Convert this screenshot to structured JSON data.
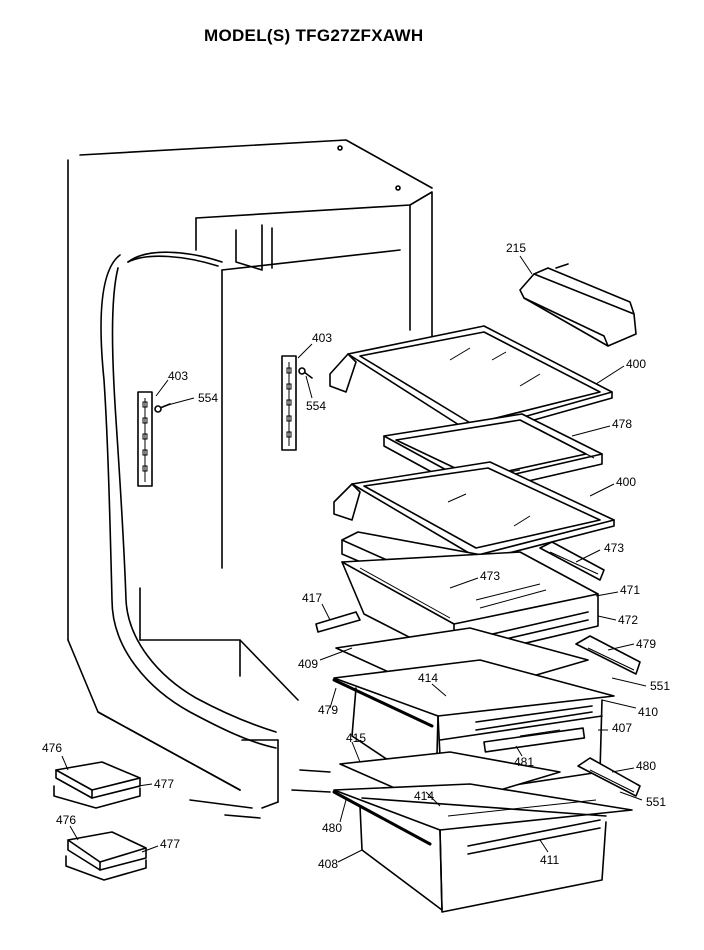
{
  "title": "MODEL(S) TFG27ZFXAWH",
  "parts": [
    {
      "id": "p215a",
      "number": "215"
    },
    {
      "id": "p403a",
      "number": "403"
    },
    {
      "id": "p403b",
      "number": "403"
    },
    {
      "id": "p554a",
      "number": "554"
    },
    {
      "id": "p554b",
      "number": "554"
    },
    {
      "id": "p400a",
      "number": "400"
    },
    {
      "id": "p478",
      "number": "478"
    },
    {
      "id": "p400b",
      "number": "400"
    },
    {
      "id": "p473a",
      "number": "473"
    },
    {
      "id": "p473b",
      "number": "473"
    },
    {
      "id": "p471",
      "number": "471"
    },
    {
      "id": "p472",
      "number": "472"
    },
    {
      "id": "p417",
      "number": "417"
    },
    {
      "id": "p479a",
      "number": "479"
    },
    {
      "id": "p409",
      "number": "409"
    },
    {
      "id": "p414a",
      "number": "414"
    },
    {
      "id": "p551a",
      "number": "551"
    },
    {
      "id": "p479b",
      "number": "479"
    },
    {
      "id": "p410",
      "number": "410"
    },
    {
      "id": "p407",
      "number": "407"
    },
    {
      "id": "p415",
      "number": "415"
    },
    {
      "id": "p481",
      "number": "481"
    },
    {
      "id": "p480a",
      "number": "480"
    },
    {
      "id": "p476a",
      "number": "476"
    },
    {
      "id": "p477a",
      "number": "477"
    },
    {
      "id": "p414b",
      "number": "414"
    },
    {
      "id": "p551b",
      "number": "551"
    },
    {
      "id": "p480b",
      "number": "480"
    },
    {
      "id": "p476b",
      "number": "476"
    },
    {
      "id": "p477b",
      "number": "477"
    },
    {
      "id": "p408",
      "number": "408"
    },
    {
      "id": "p411",
      "number": "411"
    }
  ]
}
